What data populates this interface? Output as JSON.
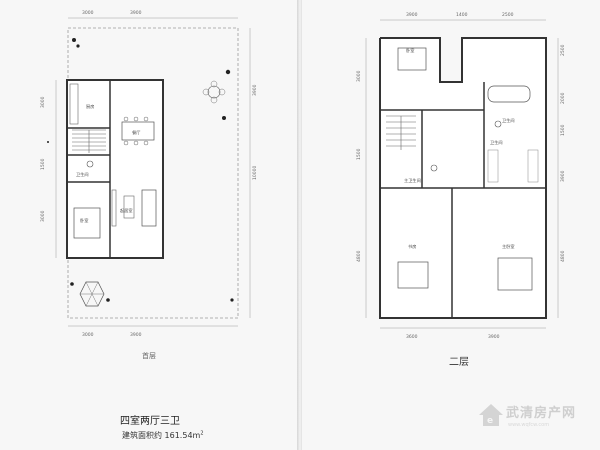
{
  "left_plan": {
    "top_dims": [
      "3000",
      "3900"
    ],
    "bottom_dims": [
      "3000",
      "3900"
    ],
    "left_dims": [
      "3000",
      "1500",
      "3000"
    ],
    "right_dims": [
      "3900",
      "10000"
    ],
    "rooms": [
      "厨房",
      "餐厅",
      "卫生间",
      "起居室",
      "卧室"
    ],
    "floor_label": "首层",
    "layout_title": "四室两厅三卫",
    "area_label": "建筑面积约 161.54m",
    "area_unit_sup": "2"
  },
  "right_plan": {
    "top_dims": [
      "3900",
      "1400",
      "2500"
    ],
    "bottom_dims": [
      "3600",
      "3900"
    ],
    "left_dims": [
      "3000",
      "1500",
      "4800"
    ],
    "right_dims": [
      "2500",
      "2000",
      "1500",
      "3900",
      "4800"
    ],
    "rooms": [
      "卧室",
      "卫生间",
      "主卫生间",
      "卫生间",
      "书房",
      "主卧室"
    ],
    "floor_label": "二层"
  },
  "watermark": {
    "text": "武清房产网",
    "url": "www.wqfcw.com"
  }
}
